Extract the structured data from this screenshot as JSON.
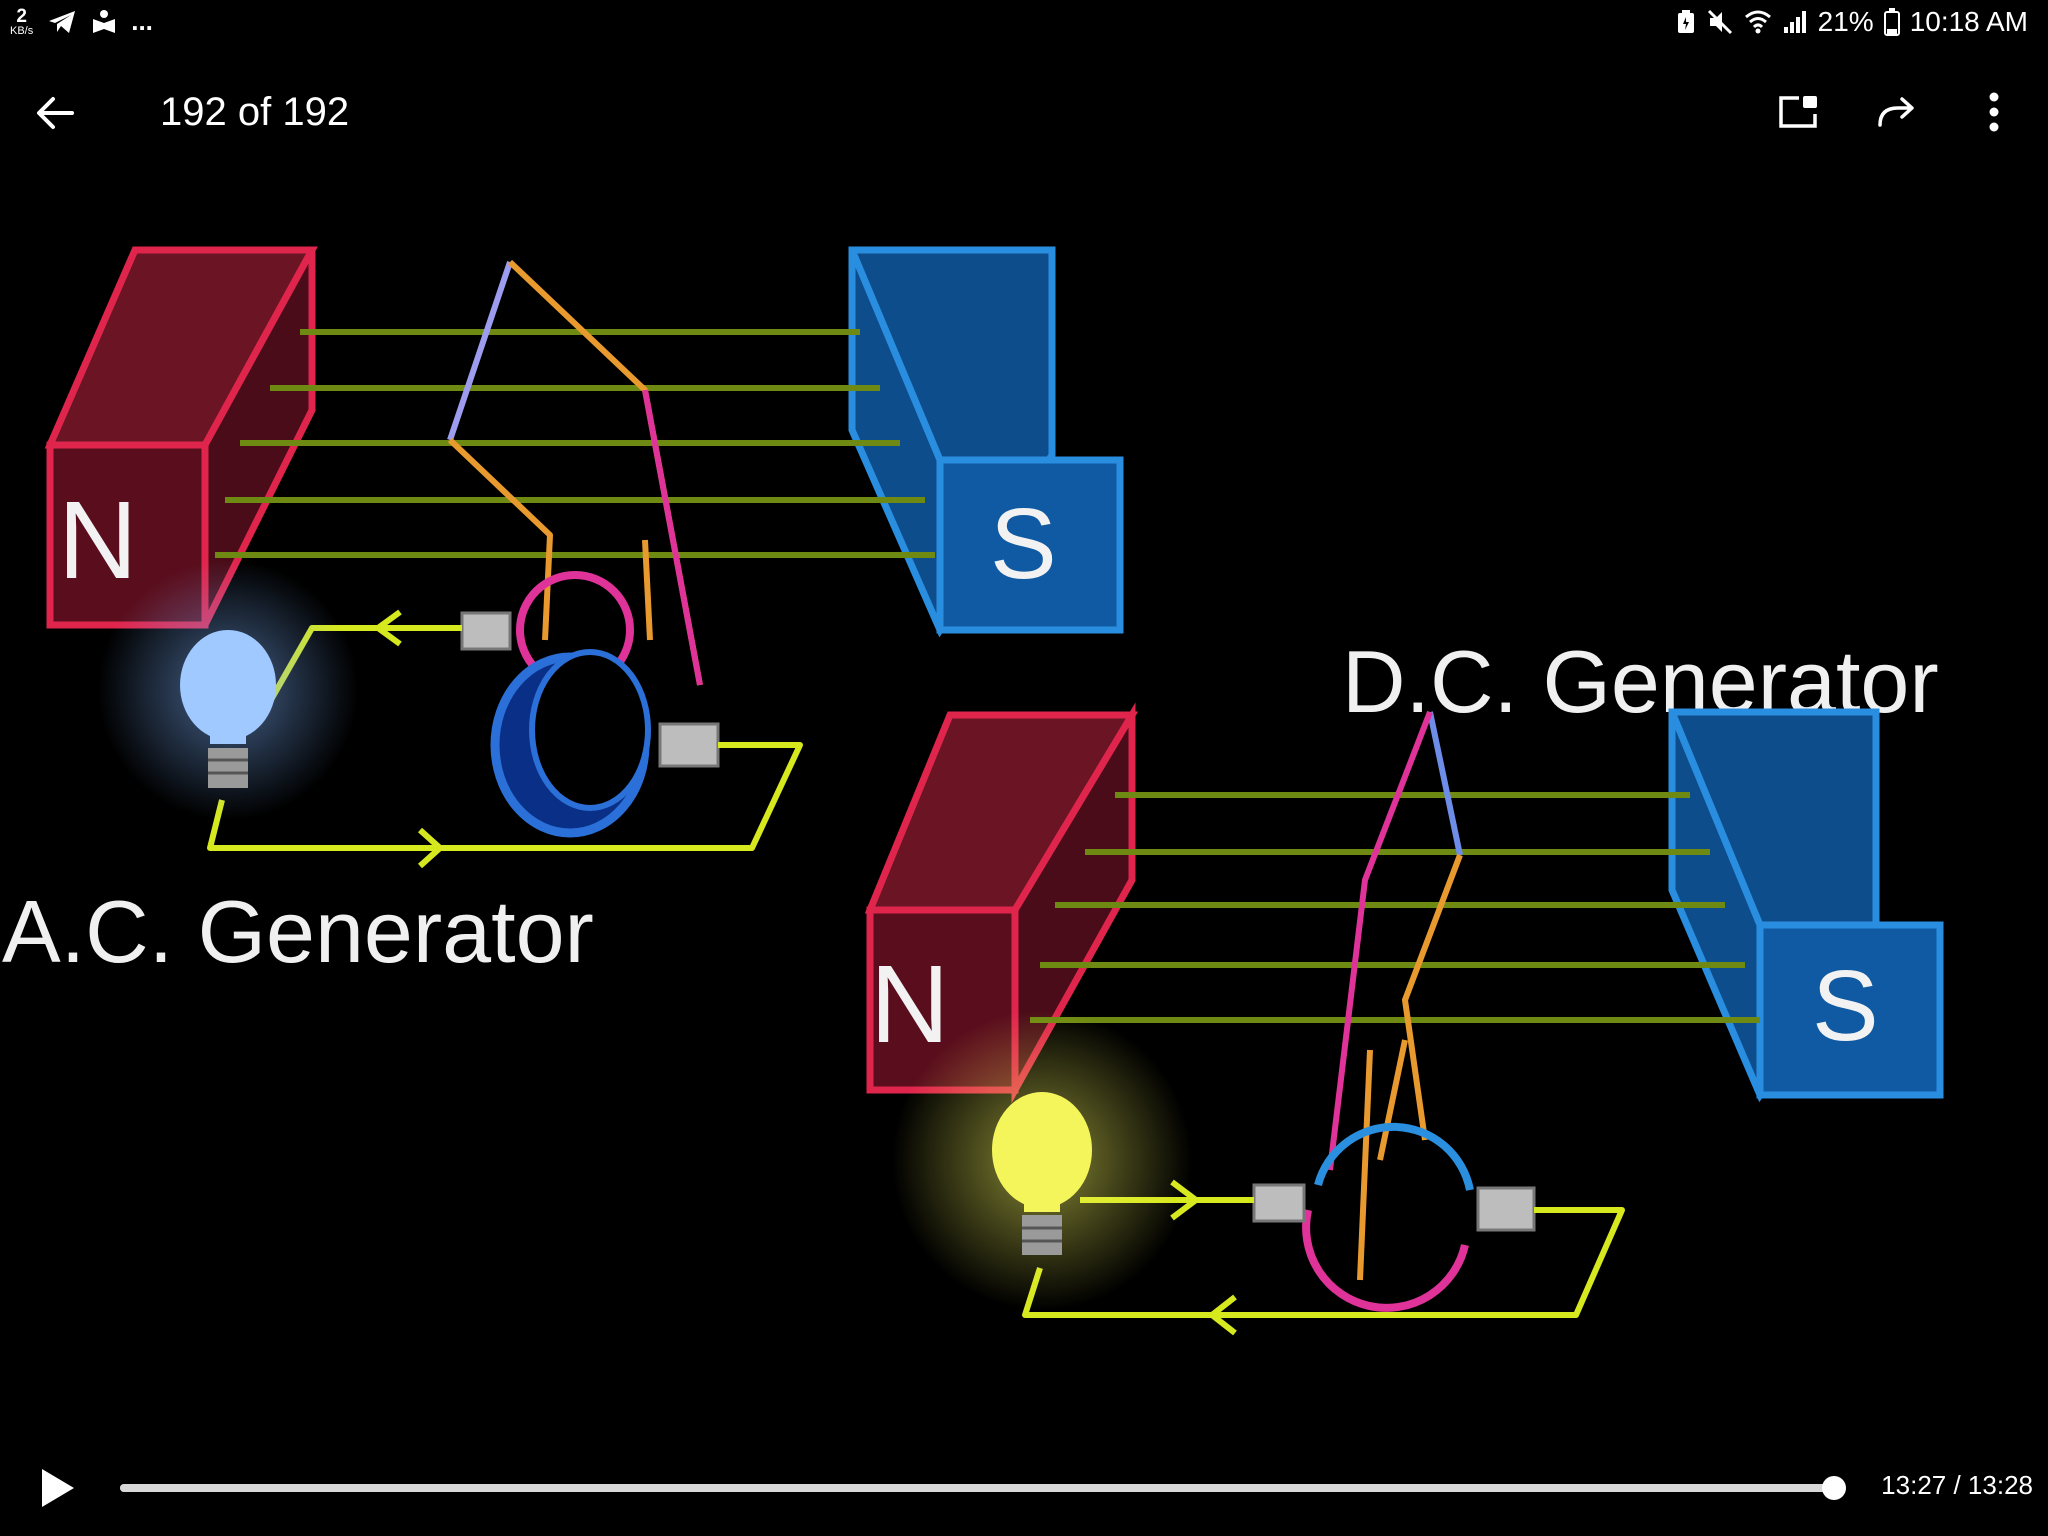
{
  "status_bar": {
    "net_speed_value": "2",
    "net_speed_unit": "KB/s",
    "overflow": "...",
    "battery": "21%",
    "time": "10:18 AM"
  },
  "app_bar": {
    "counter": "192 of 192"
  },
  "media": {
    "ac_title": "A.C. Generator",
    "dc_title": "D.C. Generator",
    "north_label": "N",
    "south_label": "S"
  },
  "player": {
    "current_time": "13:27",
    "separator": " / ",
    "total_time": "13:28",
    "progress": 0.9987
  },
  "colors": {
    "background": "#000000",
    "north_magnet": "#e0254d",
    "south_magnet": "#2a8ee0",
    "field_lines": "#6f8a12",
    "wire": "#d6e81e",
    "coil": "#e89a2e",
    "ring_pink": "#e0339a",
    "ring_blue": "#2b6fd8",
    "bulb_blue": "#9fc9ff",
    "bulb_yellow": "#f4f55a"
  },
  "icons": [
    "back-arrow-icon",
    "picture-in-picture-icon",
    "share-icon",
    "more-vert-icon",
    "play-icon"
  ]
}
